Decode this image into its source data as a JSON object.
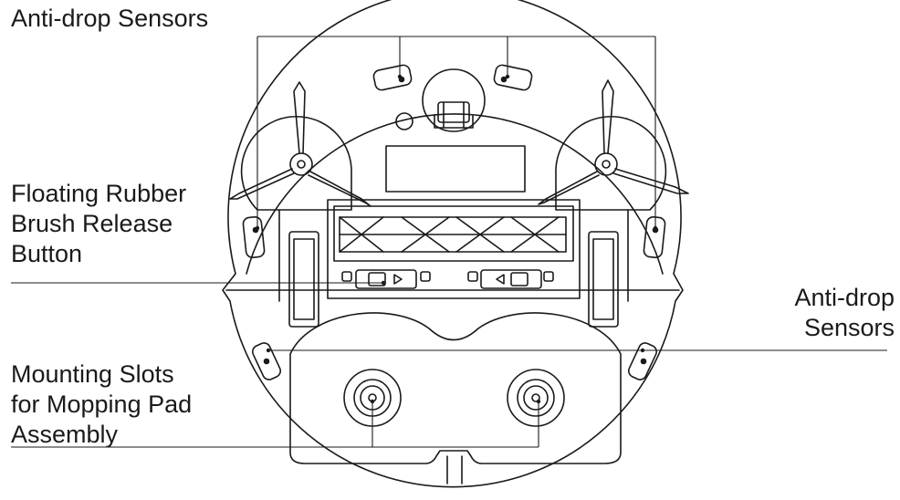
{
  "labels": {
    "anti_drop_top": "Anti-drop Sensors",
    "floating_brush": [
      "Floating Rubber",
      "Brush Release",
      "Button"
    ],
    "anti_drop_right": [
      "Anti-drop",
      "Sensors"
    ],
    "mounting_slots": [
      "Mounting Slots",
      "for Mopping Pad",
      "Assembly"
    ]
  },
  "colors": {
    "line": "#1a1a1a",
    "background": "#ffffff"
  }
}
